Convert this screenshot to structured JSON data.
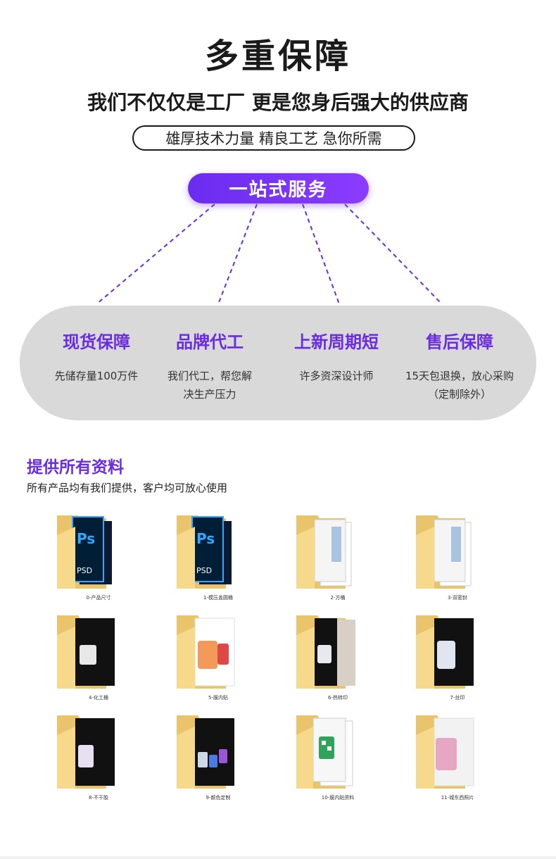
{
  "header": {
    "title": "多重保障",
    "subtitle": "我们不仅仅是工厂 更是您身后强大的供应商",
    "tagline": "雄厚技术力量 精良工艺 急你所需"
  },
  "service": {
    "label": "一站式服务"
  },
  "features": [
    {
      "title": "现货保障",
      "desc": "先储存量100万件"
    },
    {
      "title": "品牌代工",
      "desc": "我们代工，帮您解\n决生产压力"
    },
    {
      "title": "上新周期短",
      "desc": "许多资深设计师"
    },
    {
      "title": "售后保障",
      "desc": "15天包退换，放心采购\n（定制除外）"
    }
  ],
  "resources": {
    "heading": "提供所有资料",
    "subheading": "所有产品均有我们提供，客户均可放心使用",
    "folders": [
      {
        "label": "0-产品尺寸",
        "preview": "psd-icon"
      },
      {
        "label": "1-模压盖圆桶",
        "preview": "psd-icon"
      },
      {
        "label": "2-方桶",
        "preview": "document-icon"
      },
      {
        "label": "3-双密封",
        "preview": "document-icon"
      },
      {
        "label": "4-化工桶",
        "preview": "bucket-photo-icon"
      },
      {
        "label": "5-膜内贴",
        "preview": "bucket-photo-icon"
      },
      {
        "label": "6-热转印",
        "preview": "bucket-photo-icon"
      },
      {
        "label": "7-丝印",
        "preview": "bucket-photo-icon"
      },
      {
        "label": "8-不干胶",
        "preview": "bucket-photo-icon"
      },
      {
        "label": "9-颜色定制",
        "preview": "bucket-photo-icon"
      },
      {
        "label": "10-膜内贴资料",
        "preview": "spreadsheet-icon"
      },
      {
        "label": "11-城东西照片",
        "preview": "bucket-photo-icon"
      }
    ]
  },
  "colors": {
    "accent": "#6a2ce0",
    "band": "#d9d9d9",
    "folder": "#f6d98a"
  }
}
